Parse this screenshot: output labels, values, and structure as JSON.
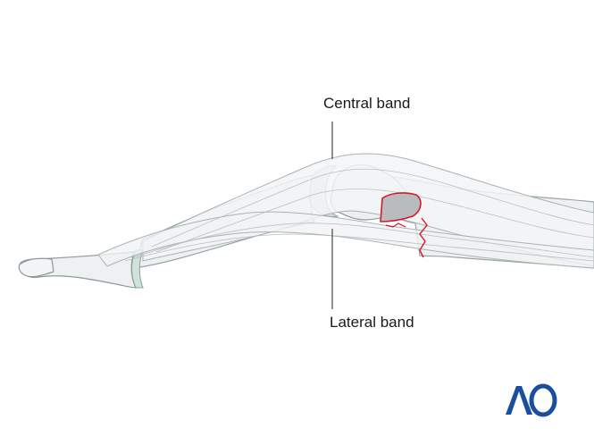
{
  "labels": {
    "central_band": "Central band",
    "lateral_band": "Lateral band"
  },
  "logo": {
    "text": "AO",
    "color": "#1a4f9f"
  },
  "colors": {
    "bone_fill": "#eef1f2",
    "bone_stroke": "#9aa3a6",
    "tendon_fill": "#f3f5f6",
    "joint_cartilage": "#cfe3dc",
    "fracture_line": "#d7192b",
    "fragment_fill": "#b9bcbe"
  }
}
